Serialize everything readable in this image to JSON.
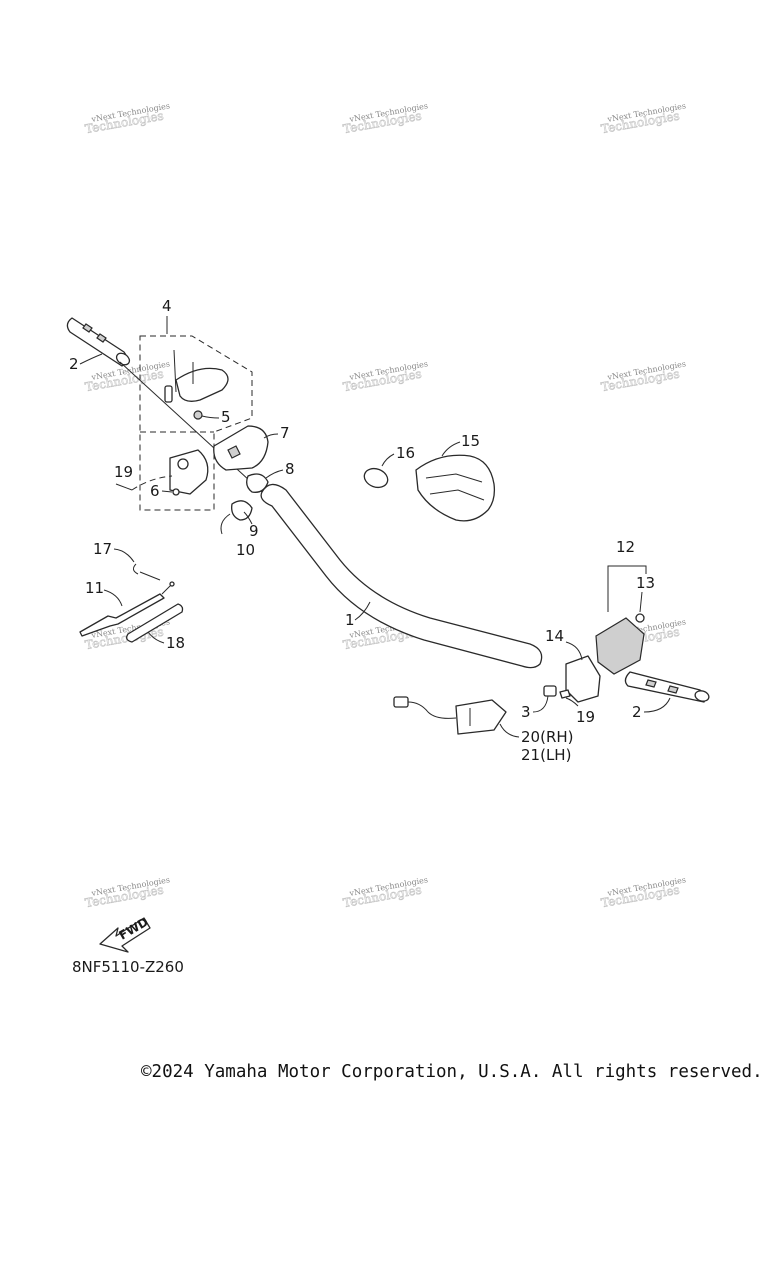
{
  "diagram": {
    "callouts": [
      "1",
      "2",
      "2",
      "3",
      "4",
      "5",
      "6",
      "7",
      "8",
      "9",
      "10",
      "11",
      "12",
      "13",
      "14",
      "15",
      "16",
      "17",
      "18",
      "19",
      "19",
      "20(RH)",
      "21(LH)"
    ],
    "watermark": {
      "line1": "vNext Technologies",
      "line2": "Technologies"
    },
    "fwd_label": "FWD",
    "diagram_code": "8NF5110-Z260"
  },
  "footer": {
    "copyright": "©2024 Yamaha Motor Corporation, U.S.A. All rights reserved."
  }
}
